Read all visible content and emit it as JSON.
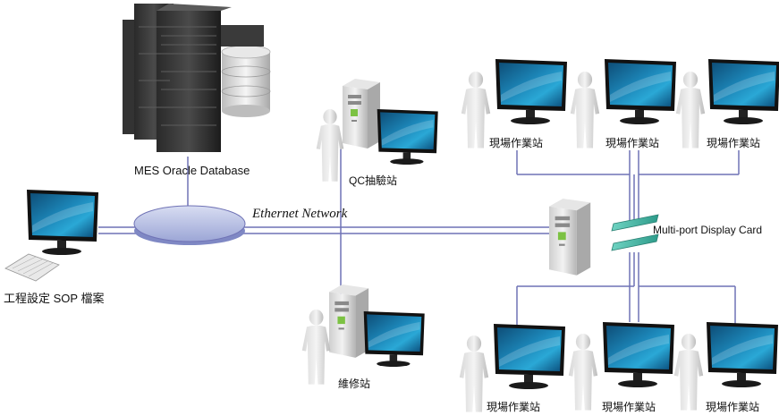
{
  "labels": {
    "database": "MES Oracle Database",
    "network": "Ethernet Network",
    "qc_station": "QC抽驗站",
    "sop_station": "工程設定 SOP 檔案",
    "maintenance_station": "維修站",
    "display_card": "Multi-port Display Card",
    "field_station": "現場作業站"
  },
  "icons": {
    "server": "server-rack-icon",
    "database": "database-cylinder-icon",
    "network": "network-ellipse-icon",
    "monitor": "monitor-icon",
    "keyboard": "keyboard-icon",
    "pc_tower": "pc-tower-icon",
    "person": "person-icon",
    "display_card": "display-card-icon"
  },
  "colors": {
    "line": "#6f72b5",
    "screen": "#1c86b8",
    "network_fill": "#c5cbe9"
  }
}
